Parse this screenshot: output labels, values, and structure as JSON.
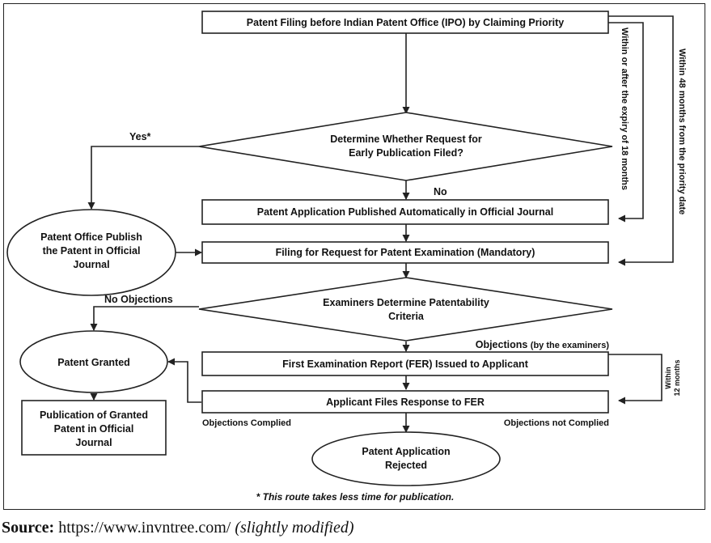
{
  "nodes": {
    "filing_priority": "Patent Filing before Indian Patent Office (IPO) by Claiming Priority",
    "early_publication": [
      "Determine Whether Request for",
      "Early Publication Filed?"
    ],
    "published_automatically": "Patent Application Published Automatically in Official Journal",
    "office_publish": [
      "Patent Office Publish",
      "the Patent in Official",
      "Journal"
    ],
    "request_examination": "Filing for Request for Patent Examination (Mandatory)",
    "patentability": [
      "Examiners Determine Patentability",
      "Criteria"
    ],
    "patent_granted": "Patent Granted",
    "fer_issued": "First Examination Report (FER) Issued to Applicant",
    "response_fer": "Applicant Files Response to FER",
    "publication_granted": [
      "Publication of Granted",
      "Patent in Official",
      "Journal"
    ],
    "rejected": [
      "Patent Application",
      "Rejected"
    ]
  },
  "edge_labels": {
    "yes": "Yes*",
    "no": "No",
    "no_objections": "No Objections",
    "objections": "Objections",
    "objections_by": "(by the examiners)",
    "objections_complied": "Objections Complied",
    "objections_not_complied": "Objections not Complied",
    "within_18": "Within or after the expiry of 18 months",
    "within_48": "Within 48 months from the priority date",
    "within_12": [
      "Within",
      "12 months"
    ]
  },
  "footnote": "* This route takes less time for publication.",
  "source": {
    "label": "Source:",
    "url": "https://www.invntree.com/",
    "note": "(slightly modified)"
  }
}
